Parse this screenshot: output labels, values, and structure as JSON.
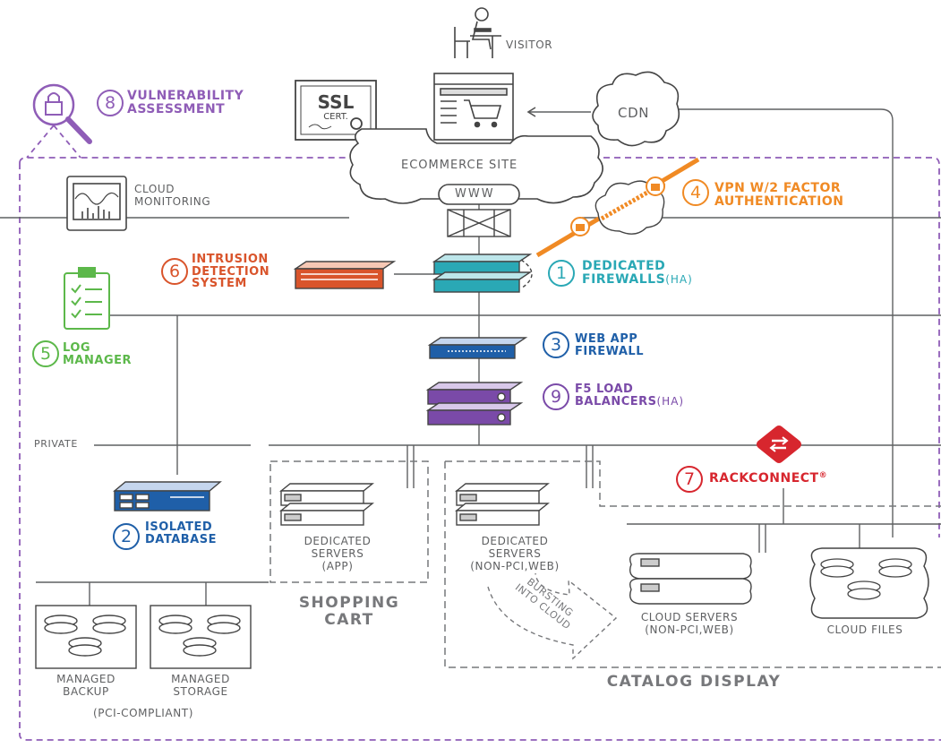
{
  "visitor": {
    "label": "VISITOR"
  },
  "ssl": {
    "title": "SSL",
    "subtitle": "CERT."
  },
  "cdn": {
    "label": "CDN"
  },
  "ecommerce": {
    "label": "ECOMMERCE SITE",
    "www": "WWW"
  },
  "vulnerability": {
    "number": "8",
    "line1": "VULNERABILITY",
    "line2": "ASSESSMENT",
    "color": "#8f5db7"
  },
  "cloud_monitoring": {
    "line1": "CLOUD",
    "line2": "MONITORING"
  },
  "vpn": {
    "number": "4",
    "line1": "VPN W/2 FACTOR",
    "line2": "AUTHENTICATION",
    "color": "#f08a24"
  },
  "firewalls": {
    "number": "1",
    "line1": "DEDICATED",
    "line2": "FIREWALLS",
    "ha": "(HA)",
    "color": "#2aa8b5"
  },
  "ids": {
    "number": "6",
    "line1": "INTRUSION",
    "line2": "DETECTION",
    "line3": "SYSTEM",
    "color": "#d9542b"
  },
  "log_manager": {
    "number": "5",
    "line1": "LOG",
    "line2": "MANAGER",
    "color": "#5cb84a"
  },
  "waf": {
    "number": "3",
    "line1": "WEB APP",
    "line2": "FIREWALL",
    "color": "#1f5fa8"
  },
  "f5": {
    "number": "9",
    "line1": "F5 LOAD",
    "line2": "BALANCERS",
    "ha": "(HA)",
    "color": "#7a4aa8"
  },
  "private": {
    "label": "PRIVATE"
  },
  "rackconnect": {
    "number": "7",
    "label": "RACKCONNECT",
    "mark": "®",
    "color": "#d7262e"
  },
  "database": {
    "number": "2",
    "line1": "ISOLATED",
    "line2": "DATABASE",
    "color": "#1f5fa8"
  },
  "app_servers": {
    "line1": "DEDICATED",
    "line2": "SERVERS",
    "line3": "(APP)"
  },
  "web_servers": {
    "line1": "DEDICATED",
    "line2": "SERVERS",
    "line3": "(NON-PCI,WEB)"
  },
  "shopping_cart": {
    "line1": "SHOPPING",
    "line2": "CART"
  },
  "bursting": {
    "line1": "BURSTING",
    "line2": "INTO CLOUD"
  },
  "cloud_servers": {
    "line1": "CLOUD SERVERS",
    "line2": "(NON-PCI,WEB)"
  },
  "cloud_files": {
    "label": "CLOUD FILES"
  },
  "catalog": {
    "label": "CATALOG DISPLAY"
  },
  "backup": {
    "line1": "MANAGED",
    "line2": "BACKUP"
  },
  "storage": {
    "line1": "MANAGED",
    "line2": "STORAGE"
  },
  "pci": {
    "label": "(PCI-COMPLIANT)"
  }
}
